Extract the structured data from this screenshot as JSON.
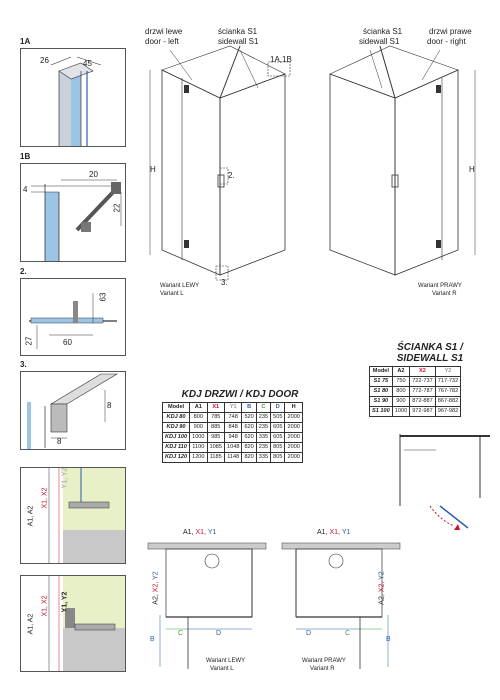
{
  "details": {
    "d1a": {
      "label": "1A",
      "dim_a": "26",
      "dim_b": "45"
    },
    "d1b": {
      "label": "1B",
      "dim_a": "20",
      "dim_b": "4",
      "dim_c": "22"
    },
    "d2": {
      "label": "2.",
      "dim_a": "63",
      "dim_b": "27",
      "dim_c": "60"
    },
    "d3": {
      "label": "3.",
      "dim_a": "8",
      "dim_b": "8"
    },
    "d4": {
      "lbl_a1a2": "A1, A2",
      "lbl_x": "X1, X2",
      "lbl_y": "Y1, Y2"
    },
    "d5": {
      "lbl_a1a2": "A1, A2",
      "lbl_x": "X1, X2",
      "lbl_y": "Y1, Y2"
    }
  },
  "left_view": {
    "door_label_pl": "drzwi lewe",
    "door_label_en": "door - left",
    "sidewall_label_pl": "ścianka S1",
    "sidewall_label_en": "sidewall S1",
    "callout_top": "1A,1B",
    "callout_mid": "2.",
    "callout_bottom": "3.",
    "height_letter": "H",
    "variant_pl": "Wariant LEWY",
    "variant_en": "Variant L"
  },
  "right_view": {
    "sidewall_label_pl": "ścianka S1",
    "sidewall_label_en": "sidewall S1",
    "door_label_pl": "drzwi prawe",
    "door_label_en": "door - right",
    "height_letter": "H",
    "variant_pl": "Wariant PRAWY",
    "variant_en": "Variant R"
  },
  "door_table": {
    "title": "KDJ DRZWI / KDJ DOOR",
    "headers": [
      "Model",
      "A1",
      "X1",
      "Y1",
      "B",
      "C",
      "D",
      "H"
    ],
    "rows": [
      [
        "KDJ 80",
        "800",
        "785",
        "748",
        "520",
        "235",
        "505",
        "2000"
      ],
      [
        "KDJ 90",
        "900",
        "885",
        "848",
        "620",
        "235",
        "605",
        "2000"
      ],
      [
        "KDJ 100",
        "1000",
        "985",
        "948",
        "620",
        "335",
        "605",
        "2000"
      ],
      [
        "KDJ 110",
        "1100",
        "1085",
        "1048",
        "820",
        "235",
        "805",
        "2000"
      ],
      [
        "KDJ 120",
        "1200",
        "1185",
        "1148",
        "820",
        "335",
        "805",
        "2000"
      ]
    ]
  },
  "sidewall_table": {
    "title_line1": "ŚCIANKA S1 /",
    "title_line2": "SIDEWALL S1",
    "headers": [
      "Model",
      "A2",
      "X2",
      "Y2"
    ],
    "rows": [
      [
        "S1 75",
        "750",
        "722-737",
        "717-732"
      ],
      [
        "S1 80",
        "800",
        "772-787",
        "767-782"
      ],
      [
        "S1 90",
        "900",
        "872-887",
        "867-882"
      ],
      [
        "S1 100",
        "1000",
        "972-987",
        "967-982"
      ]
    ]
  },
  "plan_left": {
    "top_a": "A1,",
    "top_x": "X1,",
    "top_y": "Y1",
    "side_a": "A2,",
    "side_x": "X2,",
    "side_y": "Y2",
    "c": "C",
    "d": "D",
    "b": "B",
    "variant_pl": "Wariant LEWY",
    "variant_en": "Variant L"
  },
  "plan_right": {
    "top_a": "A1,",
    "top_x": "X1,",
    "top_y": "Y1",
    "side_a": "A2,",
    "side_x": "X2,",
    "side_y": "Y2",
    "c": "C",
    "d": "D",
    "b": "B",
    "variant_pl": "Wariant PRAWY",
    "variant_en": "Variant R"
  },
  "colors": {
    "red": "#d0102a",
    "blue": "#2a5db0",
    "green": "#3c9a3c",
    "glass": "#7fb0d8",
    "wall": "#e8f0c8"
  }
}
